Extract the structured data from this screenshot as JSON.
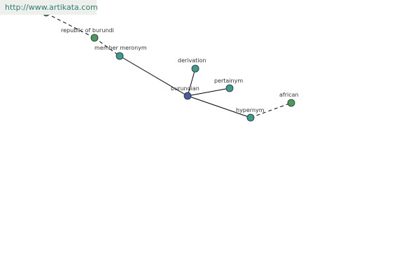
{
  "watermark": {
    "text": "http://www.artikata.com"
  },
  "colors": {
    "center_node": "#4b5aa5",
    "relation_node": "#3f9a8e",
    "leaf_node": "#4e9a5a",
    "edge": "#000000",
    "label": "#333333",
    "watermark_text": "#2e7d6b",
    "watermark_bg": "#eef0ee"
  },
  "graph": {
    "nodes": [
      {
        "id": "offscreen",
        "label": "",
        "kind": "leaf"
      },
      {
        "id": "republic-of-burundi",
        "label": "republic of burundi",
        "kind": "leaf"
      },
      {
        "id": "member-meronym",
        "label": "member meronym",
        "kind": "relation"
      },
      {
        "id": "burundian",
        "label": "burundian",
        "kind": "center"
      },
      {
        "id": "derivation",
        "label": "derivation",
        "kind": "relation"
      },
      {
        "id": "pertainym",
        "label": "pertainym",
        "kind": "relation"
      },
      {
        "id": "hypernym",
        "label": "hypernym",
        "kind": "relation"
      },
      {
        "id": "african",
        "label": "african",
        "kind": "leaf"
      }
    ],
    "edges": [
      {
        "from": "offscreen",
        "to": "republic-of-burundi",
        "style": "dashed"
      },
      {
        "from": "republic-of-burundi",
        "to": "member-meronym",
        "style": "dashed"
      },
      {
        "from": "member-meronym",
        "to": "burundian",
        "style": "solid"
      },
      {
        "from": "burundian",
        "to": "derivation",
        "style": "solid"
      },
      {
        "from": "burundian",
        "to": "pertainym",
        "style": "solid"
      },
      {
        "from": "burundian",
        "to": "hypernym",
        "style": "solid"
      },
      {
        "from": "hypernym",
        "to": "african",
        "style": "dashed"
      }
    ]
  }
}
